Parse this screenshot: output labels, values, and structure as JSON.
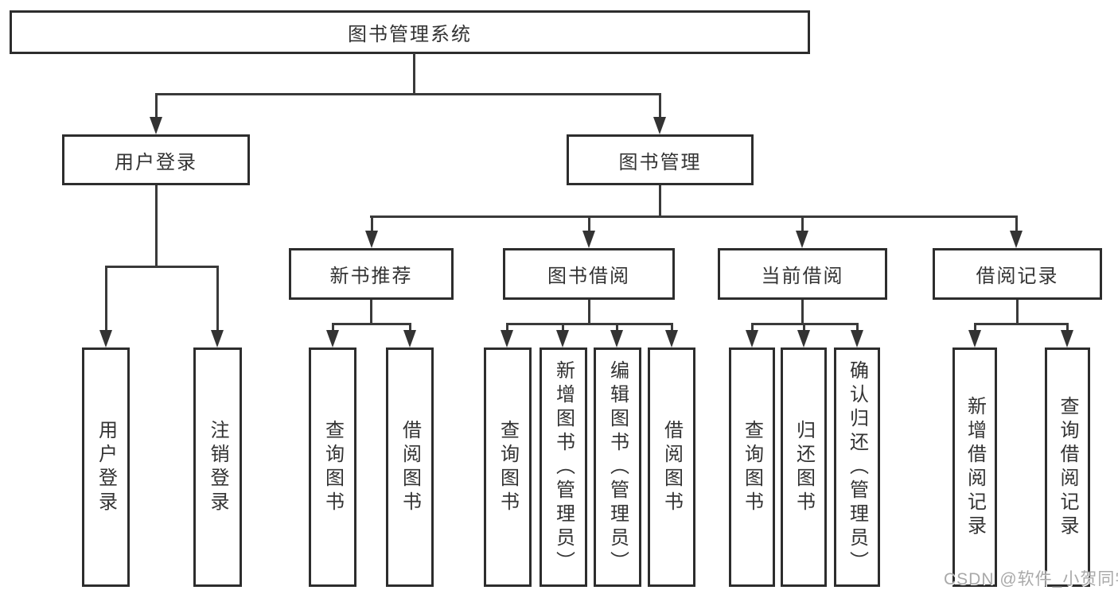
{
  "nodes": {
    "root": "图书管理系统",
    "user_login": "用户登录",
    "book_mgmt": "图书管理",
    "new_book": "新书推荐",
    "book_borrow": "图书借阅",
    "current_borrow": "当前借阅",
    "borrow_record": "借阅记录",
    "leaf_user_login": "用户登录",
    "leaf_logout": "注销登录",
    "leaf_nb_query": "查询图书",
    "leaf_nb_borrow": "借阅图书",
    "leaf_bb_query": "查询图书",
    "leaf_bb_add": "新增图书（管理员）",
    "leaf_bb_edit": "编辑图书（管理员）",
    "leaf_bb_borrow": "借阅图书",
    "leaf_cb_query": "查询图书",
    "leaf_cb_return": "归还图书",
    "leaf_cb_confirm": "确认归还（管理员）",
    "leaf_br_add": "新增借阅记录",
    "leaf_br_query": "查询借阅记录"
  },
  "watermark": "CSDN @软件_小贺同学",
  "colors": {
    "line": "#3a3a3a",
    "border": "#2d2d2d",
    "text": "#333333",
    "watermark": "#a9a9a9",
    "background": "#ffffff"
  }
}
